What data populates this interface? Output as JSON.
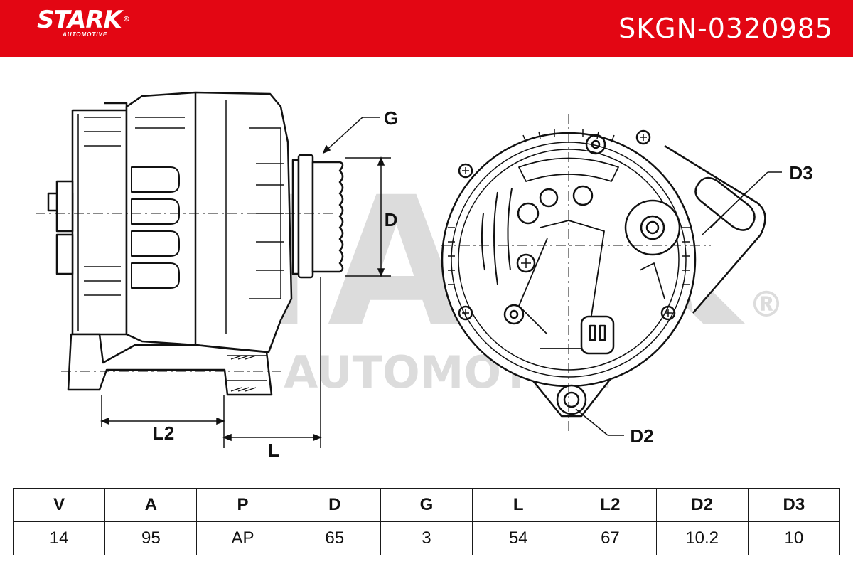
{
  "brand": {
    "name": "STARK",
    "registered": "®",
    "tagline": "AUTOMOTIVE"
  },
  "part_number": "SKGN-0320985",
  "watermark": {
    "main": "STARK",
    "sub": "AUTOMOTIVE",
    "registered": "®"
  },
  "dimension_labels": {
    "g": "G",
    "d": "D",
    "d2": "D2",
    "d3": "D3",
    "l": "L",
    "l2": "L2"
  },
  "spec_table": {
    "headers": [
      "V",
      "A",
      "P",
      "D",
      "G",
      "L",
      "L2",
      "D2",
      "D3"
    ],
    "values": [
      "14",
      "95",
      "AP",
      "65",
      "3",
      "54",
      "67",
      "10.2",
      "10"
    ]
  }
}
